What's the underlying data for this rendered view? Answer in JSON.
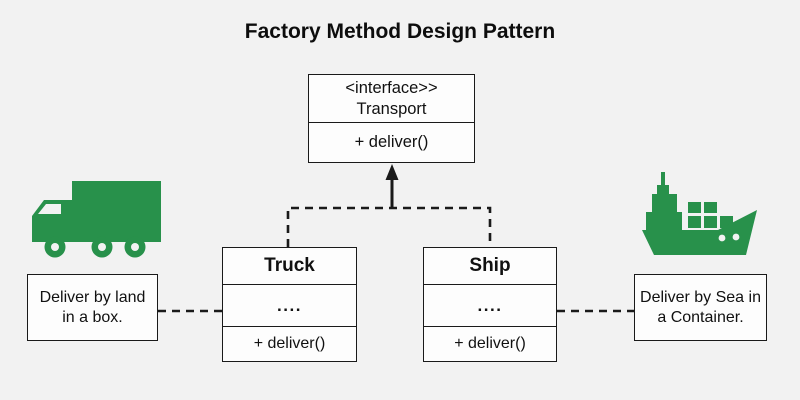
{
  "title": "Factory Method Design Pattern",
  "colors": {
    "background": "#f2f2f2",
    "box_fill": "#fdfdfd",
    "line": "#1a1a1a",
    "icon_green": "#28914b"
  },
  "interface_box": {
    "stereotype": "<interface>>",
    "name": "Transport",
    "method": "+ deliver()"
  },
  "classes": [
    {
      "name": "Truck",
      "field": "....",
      "method": "+ deliver()"
    },
    {
      "name": "Ship",
      "field": "....",
      "method": "+ deliver()"
    }
  ],
  "notes": [
    {
      "text": "Deliver by land in a box."
    },
    {
      "text": "Deliver by Sea in a Container."
    }
  ],
  "icons": [
    {
      "name": "truck-icon",
      "depicts": "delivery truck"
    },
    {
      "name": "ship-icon",
      "depicts": "cargo ship with containers"
    }
  ],
  "connectors": [
    {
      "name": "inheritance-arrow",
      "style": "solid, filled arrowhead, points up to Transport"
    },
    {
      "name": "hierarchy-dashed-connector",
      "style": "dashed, links Truck and Ship to arrow"
    },
    {
      "name": "truck-note-dashed-line",
      "style": "dashed"
    },
    {
      "name": "ship-note-dashed-line",
      "style": "dashed"
    }
  ]
}
